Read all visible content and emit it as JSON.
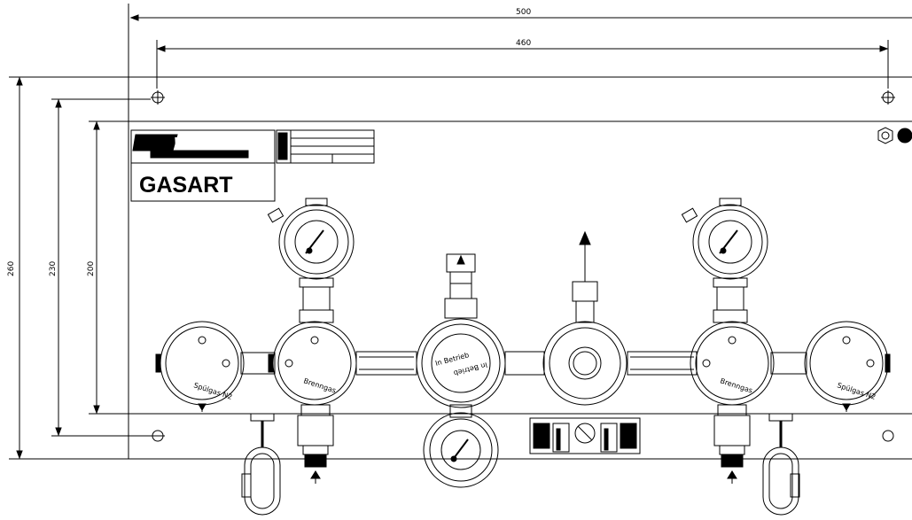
{
  "dimensions": {
    "overall_width": "500",
    "hole_spacing_horizontal": "460",
    "overall_height": "260",
    "hole_spacing_vertical": "230",
    "inner_height": "200"
  },
  "header": {
    "logo_text": "WK",
    "gas_type_label": "GASART"
  },
  "center_valve": {
    "label_top": "In Betrieb",
    "label_bottom": "In Betrieb"
  },
  "valves": {
    "left_outer_label": "Spülgas N2",
    "left_inner_label": "Brenngas",
    "right_inner_label": "Brenngas",
    "right_outer_label": "Spülgas N2"
  },
  "colors": {
    "line": "#000000",
    "background": "#ffffff"
  }
}
